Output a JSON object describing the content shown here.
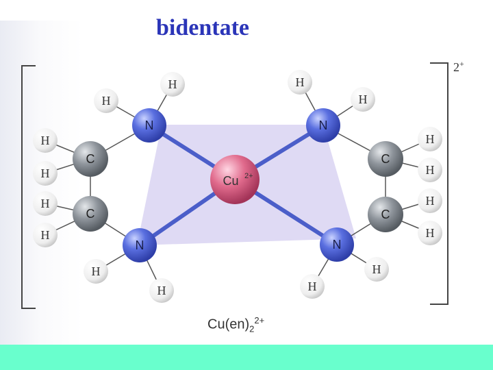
{
  "slide": {
    "title": "bidentate"
  },
  "diagram": {
    "charge_value": "2",
    "charge_sign": "+",
    "formula_base": "Cu(en)",
    "formula_subscript": "2",
    "formula_superscript": "2+",
    "central_atom": {
      "symbol": "Cu",
      "charge": "2+"
    },
    "nitrogen_label": "N",
    "carbon_label": "C",
    "hydrogen_label": "H",
    "colors": {
      "title": "#2b35b8",
      "nitrogen": "#4f63d8",
      "carbon": "#8a8f96",
      "hydrogen": "#f4f4f4",
      "copper": "#e06a8c",
      "plane": "#d9d3f2",
      "bottom_bar": "#69ffcd"
    }
  }
}
